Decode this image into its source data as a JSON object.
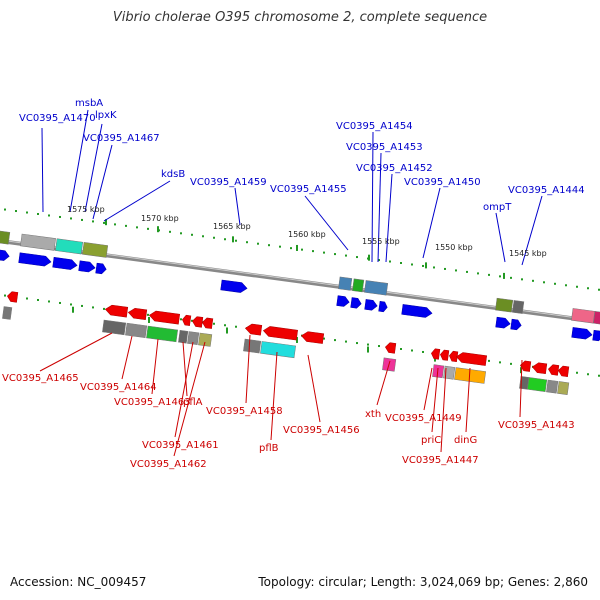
{
  "title": "Vibrio cholerae O395 chromosome 2, complete sequence",
  "footer": {
    "accession": "Accession: NC_009457",
    "stats": "Topology: circular; Length: 3,024,069 bp; Genes: 2,860"
  },
  "colors": {
    "forward_strand": "#0000ee",
    "reverse_strand": "#ee0000",
    "forward_label": "#0000cc",
    "reverse_label": "#cc0000",
    "ruler_tick": "#229922",
    "backbone": "#888888"
  },
  "scale_labels": [
    "1575 kbp",
    "1570 kbp",
    "1565 kbp",
    "1560 kbp",
    "1555 kbp",
    "1550 kbp",
    "1545 kbp"
  ],
  "forward_labels": [
    "VC0395_A1470",
    "msbA",
    "lpxK",
    "VC0395_A1467",
    "kdsB",
    "VC0395_A1459",
    "VC0395_A1455",
    "VC0395_A1454",
    "VC0395_A1453",
    "VC0395_A1452",
    "VC0395_A1450",
    "ompT",
    "VC0395_A1444"
  ],
  "reverse_labels": [
    "VC0395_A1465",
    "VC0395_A1464",
    "VC0395_A1463",
    "pflA",
    "VC0395_A1461",
    "VC0395_A1462",
    "VC0395_A1458",
    "pflB",
    "VC0395_A1456",
    "xth",
    "VC0395_A1449",
    "priC",
    "VC0395_A1447",
    "dinG",
    "VC0395_A1443"
  ]
}
